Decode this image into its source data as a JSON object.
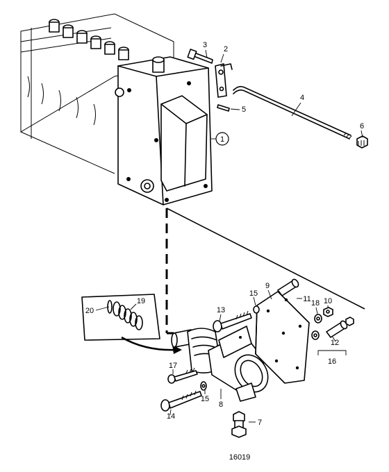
{
  "drawing": {
    "id": "16019",
    "callouts": [
      "1",
      "2",
      "3",
      "4",
      "5",
      "6",
      "7",
      "8",
      "9",
      "10",
      "11",
      "12",
      "13",
      "14",
      "15",
      "15",
      "16",
      "17",
      "18",
      "19",
      "20"
    ]
  },
  "colors": {
    "ink": "#000000",
    "paper": "#ffffff"
  }
}
